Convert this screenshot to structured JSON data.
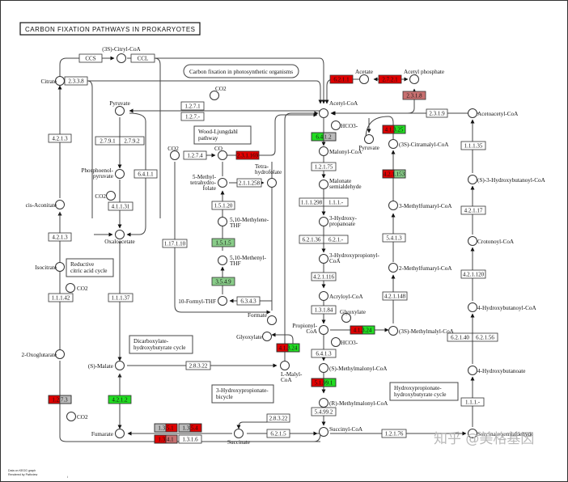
{
  "title": "CARBON FIXATION PATHWAYS IN PROKARYOTES",
  "link_map": "Carbon fixation in photosynthetic organisms",
  "colors": {
    "up": "#e00000",
    "down": "#22dd22",
    "mixed_up": "#c87070",
    "mixed_down": "#88cc88",
    "none": "#ffffff",
    "grey": "#bbbbbb",
    "line": "#444444"
  },
  "boxes": [
    {
      "id": "wl",
      "lines": [
        "Wood-Ljungdahl",
        "pathway"
      ]
    },
    {
      "id": "rca",
      "lines": [
        "Reductive",
        "citric acid cycle"
      ]
    },
    {
      "id": "dhc",
      "lines": [
        "Dicarboxylate-",
        "hydroxybutyrate cycle"
      ]
    },
    {
      "id": "hpb",
      "lines": [
        "3-Hydroxypropionate-",
        "bicycle"
      ]
    },
    {
      "id": "hph",
      "lines": [
        "Hydroxypropionate-",
        "hydroxybutyrate cycle"
      ]
    }
  ],
  "compounds": [
    {
      "id": "citryl",
      "label": "(3S)-Citryl-CoA"
    },
    {
      "id": "citrate",
      "label": "Citrate"
    },
    {
      "id": "pyruvate1",
      "label": "Pyruvate"
    },
    {
      "id": "pep",
      "label": "Phosphoenol-\npyruvate"
    },
    {
      "id": "co2a",
      "label": "CO2"
    },
    {
      "id": "oxaloacetate",
      "label": "Oxaloacetate"
    },
    {
      "id": "cisacon",
      "label": "cis-Aconitate"
    },
    {
      "id": "isocitrate",
      "label": "Isocitrate"
    },
    {
      "id": "oxoglut",
      "label": "2-Oxoglutarate"
    },
    {
      "id": "co2b",
      "label": "CO2"
    },
    {
      "id": "co2c",
      "label": "CO2"
    },
    {
      "id": "smalate",
      "label": "(S)-Malate"
    },
    {
      "id": "fumarate",
      "label": "Fumarate"
    },
    {
      "id": "succinate",
      "label": "Succinate"
    },
    {
      "id": "co2d",
      "label": "CO2"
    },
    {
      "id": "co",
      "label": "CO"
    },
    {
      "id": "co2e",
      "label": "CO2"
    },
    {
      "id": "methylthf",
      "label": "5-Methyl-\ntetrahydro-\nfolate"
    },
    {
      "id": "thf",
      "label": "Tetra-\nhydrofolate"
    },
    {
      "id": "methylene",
      "label": "5,10-Methylene-\nTHF"
    },
    {
      "id": "methenyl",
      "label": "5,10-Methenyl-\nTHF"
    },
    {
      "id": "formylthf",
      "label": "10-Formyl-THF"
    },
    {
      "id": "formate",
      "label": "Formate"
    },
    {
      "id": "glyoxylate1",
      "label": "Glyoxylate"
    },
    {
      "id": "lmalyl",
      "label": "L-Malyl-\nCoA"
    },
    {
      "id": "acetate",
      "label": "Acetate"
    },
    {
      "id": "acetylp",
      "label": "Acetyl phosphate"
    },
    {
      "id": "acetylcoa",
      "label": "Acetyl-CoA"
    },
    {
      "id": "hco3a",
      "label": "HCO3-"
    },
    {
      "id": "malonylcoa",
      "label": "Malonyl-CoA"
    },
    {
      "id": "malsemi",
      "label": "Malonate\nsemialdehyde"
    },
    {
      "id": "hydroxyprop",
      "label": "3-Hydroxy-\npropanoate"
    },
    {
      "id": "hpcoa",
      "label": "3-Hydroxypropionyl-\nCoA"
    },
    {
      "id": "acryloyl",
      "label": "Acryloyl-CoA"
    },
    {
      "id": "propionyl",
      "label": "Propionyl-\nCoA"
    },
    {
      "id": "glyoxylate2",
      "label": "Glyoxylate"
    },
    {
      "id": "hco3b",
      "label": "HCO3-"
    },
    {
      "id": "smethylmal",
      "label": "(S)-Methylmalonyl-CoA"
    },
    {
      "id": "rmethylmal",
      "label": "(R)-Methylmalonyl-CoA"
    },
    {
      "id": "succinylcoa",
      "label": "Succinyl-CoA"
    },
    {
      "id": "pyruvate2",
      "label": "Pyruvate"
    },
    {
      "id": "citramalyl",
      "label": "(3S)-Citramalyl-CoA"
    },
    {
      "id": "mesaconyl3",
      "label": "3-Methylfumaryl-CoA"
    },
    {
      "id": "mesaconyl2",
      "label": "2-Methylfumaryl-CoA"
    },
    {
      "id": "methylmalyl",
      "label": "(3S)-Methylmalyl-CoA"
    },
    {
      "id": "acetoacetyl",
      "label": "Acetoacetyl-CoA"
    },
    {
      "id": "hydroxybutanoyl",
      "label": "(S)-3-Hydroxybutanoyl-CoA"
    },
    {
      "id": "crotonoyl",
      "label": "Crotonoyl-CoA"
    },
    {
      "id": "hbcoa4",
      "label": "4-Hydroxybutanoyl-CoA"
    },
    {
      "id": "hb4",
      "label": "4-Hydroxybutanoate"
    },
    {
      "id": "succsemi",
      "label": "Succinate semialdehyde"
    }
  ],
  "enzymes": [
    {
      "id": "ccs",
      "parts": [
        {
          "text": "CCS",
          "c": "none"
        }
      ]
    },
    {
      "id": "ccl",
      "parts": [
        {
          "text": "CCL",
          "c": "none"
        }
      ]
    },
    {
      "id": "e2338",
      "parts": [
        {
          "text": "2.3.3.8",
          "c": "none"
        }
      ]
    },
    {
      "id": "e1271",
      "parts": [
        {
          "text": "1.2.7.1",
          "c": "none"
        }
      ]
    },
    {
      "id": "e127x",
      "parts": [
        {
          "text": "1.2.7.-",
          "c": "none"
        }
      ]
    },
    {
      "id": "e4213a",
      "parts": [
        {
          "text": "4.2.1.3",
          "c": "none"
        }
      ]
    },
    {
      "id": "e2791",
      "parts": [
        {
          "text": "2.7.9.1",
          "c": "none"
        },
        {
          "text": "2.7.9.2",
          "c": "none"
        }
      ]
    },
    {
      "id": "e6411",
      "parts": [
        {
          "text": "6.4.1.1",
          "c": "none"
        }
      ]
    },
    {
      "id": "e41131",
      "parts": [
        {
          "text": "4.1.1.31",
          "c": "none"
        }
      ]
    },
    {
      "id": "e4213b",
      "parts": [
        {
          "text": "4.2.1.3",
          "c": "none"
        }
      ]
    },
    {
      "id": "e11142",
      "parts": [
        {
          "text": "1.1.1.42",
          "c": "none"
        }
      ]
    },
    {
      "id": "e11137",
      "parts": [
        {
          "text": "1.1.1.37",
          "c": "none"
        }
      ]
    },
    {
      "id": "e1273",
      "parts": [
        {
          "text": "1.2.7.3",
          "c": "up"
        },
        {
          "text": "",
          "c": "grey"
        }
      ]
    },
    {
      "id": "e4212",
      "parts": [
        {
          "text": "4.2.1.2",
          "c": "down"
        }
      ]
    },
    {
      "id": "e2835a",
      "parts": [
        {
          "text": "2.8.3.22",
          "c": "none"
        }
      ]
    },
    {
      "id": "e135a",
      "parts": [
        {
          "text": "1.3.5.1",
          "c": "grey"
        },
        {
          "text": "",
          "c": "up"
        }
      ]
    },
    {
      "id": "e135b",
      "parts": [
        {
          "text": "1.3.5.4",
          "c": "grey"
        },
        {
          "text": "",
          "c": "up"
        }
      ]
    },
    {
      "id": "e1341",
      "parts": [
        {
          "text": "1.3.4.1",
          "c": "up"
        },
        {
          "text": "",
          "c": "mixed_up"
        }
      ]
    },
    {
      "id": "e1316",
      "parts": [
        {
          "text": "1.3.1.6",
          "c": "none"
        }
      ]
    },
    {
      "id": "e2835b",
      "parts": [
        {
          "text": "2.8.3.22",
          "c": "none"
        }
      ]
    },
    {
      "id": "e6215",
      "parts": [
        {
          "text": "6.2.1.5",
          "c": "none"
        }
      ]
    },
    {
      "id": "e1274",
      "parts": [
        {
          "text": "1.2.7.4",
          "c": "none"
        }
      ]
    },
    {
      "id": "e2311",
      "parts": [
        {
          "text": "2.3.1.169",
          "c": "up"
        }
      ]
    },
    {
      "id": "e211258",
      "parts": [
        {
          "text": "2.1.1.258",
          "c": "none"
        }
      ]
    },
    {
      "id": "e15120",
      "parts": [
        {
          "text": "1.5.1.20",
          "c": "none"
        }
      ]
    },
    {
      "id": "e11710",
      "parts": [
        {
          "text": "1.17.1.10",
          "c": "none"
        }
      ]
    },
    {
      "id": "e1515",
      "parts": [
        {
          "text": "1.5.1.5",
          "c": "mixed_down"
        }
      ]
    },
    {
      "id": "e3549",
      "parts": [
        {
          "text": "3.5.4.9",
          "c": "mixed_down"
        }
      ]
    },
    {
      "id": "e6343",
      "parts": [
        {
          "text": "6.3.4.3",
          "c": "none"
        }
      ]
    },
    {
      "id": "e4324a",
      "parts": [
        {
          "text": "4.1.3.24",
          "c": "up"
        },
        {
          "text": "",
          "c": "down"
        }
      ]
    },
    {
      "id": "e6211",
      "parts": [
        {
          "text": "6.2.1.1",
          "c": "up"
        }
      ]
    },
    {
      "id": "e2721",
      "parts": [
        {
          "text": "2.7.2.1",
          "c": "up"
        }
      ]
    },
    {
      "id": "e2318",
      "parts": [
        {
          "text": "2.3.1.8",
          "c": "mixed_up"
        }
      ]
    },
    {
      "id": "e6412",
      "parts": [
        {
          "text": "6.4.1.2",
          "c": "down"
        },
        {
          "text": "",
          "c": "grey"
        }
      ]
    },
    {
      "id": "e12175",
      "parts": [
        {
          "text": "1.2.1.75",
          "c": "none"
        }
      ]
    },
    {
      "id": "e111298",
      "parts": [
        {
          "text": "1.1.1.298",
          "c": "none"
        },
        {
          "text": "1.1.1.-",
          "c": "none"
        }
      ]
    },
    {
      "id": "e62136",
      "parts": [
        {
          "text": "6.2.1.36",
          "c": "none"
        },
        {
          "text": "6.2.1.-",
          "c": "none"
        }
      ]
    },
    {
      "id": "e421116",
      "parts": [
        {
          "text": "4.2.1.116",
          "c": "none"
        }
      ]
    },
    {
      "id": "e13184",
      "parts": [
        {
          "text": "1.3.1.84",
          "c": "none"
        }
      ]
    },
    {
      "id": "e4324b",
      "parts": [
        {
          "text": "4.1.3.24",
          "c": "up"
        },
        {
          "text": "",
          "c": "down"
        }
      ]
    },
    {
      "id": "e6413",
      "parts": [
        {
          "text": "6.4.1.3",
          "c": "none"
        }
      ]
    },
    {
      "id": "e5991",
      "parts": [
        {
          "text": "5.1.99.1",
          "c": "up"
        },
        {
          "text": "",
          "c": "down"
        }
      ]
    },
    {
      "id": "e54992",
      "parts": [
        {
          "text": "5.4.99.2",
          "c": "none"
        }
      ]
    },
    {
      "id": "e4325",
      "parts": [
        {
          "text": "4.1.3.25",
          "c": "up"
        },
        {
          "text": "",
          "c": "down"
        }
      ]
    },
    {
      "id": "e42153",
      "parts": [
        {
          "text": "4.2.1.153",
          "c": "up"
        },
        {
          "text": "",
          "c": "mixed_down"
        }
      ]
    },
    {
      "id": "e5413",
      "parts": [
        {
          "text": "5.4.1.3",
          "c": "none"
        }
      ]
    },
    {
      "id": "e421148",
      "parts": [
        {
          "text": "4.2.1.148",
          "c": "none"
        }
      ]
    },
    {
      "id": "e2319",
      "parts": [
        {
          "text": "2.3.1.9",
          "c": "none"
        }
      ]
    },
    {
      "id": "e11135",
      "parts": [
        {
          "text": "1.1.1.35",
          "c": "none"
        }
      ]
    },
    {
      "id": "e42117",
      "parts": [
        {
          "text": "4.2.1.17",
          "c": "none"
        }
      ]
    },
    {
      "id": "e421120",
      "parts": [
        {
          "text": "4.2.1.120",
          "c": "none"
        }
      ]
    },
    {
      "id": "e62140",
      "parts": [
        {
          "text": "6.2.1.40",
          "c": "none"
        },
        {
          "text": "6.2.1.56",
          "c": "none"
        }
      ]
    },
    {
      "id": "e111x",
      "parts": [
        {
          "text": "1.1.1.-",
          "c": "none"
        }
      ]
    },
    {
      "id": "e12176",
      "parts": [
        {
          "text": "1.2.1.76",
          "c": "none"
        }
      ]
    }
  ],
  "footer": {
    "line1": "Data on KEGG graph",
    "line2": "Rendered by Pathview",
    "mark": "i"
  },
  "watermark": "知乎 @美格基因"
}
